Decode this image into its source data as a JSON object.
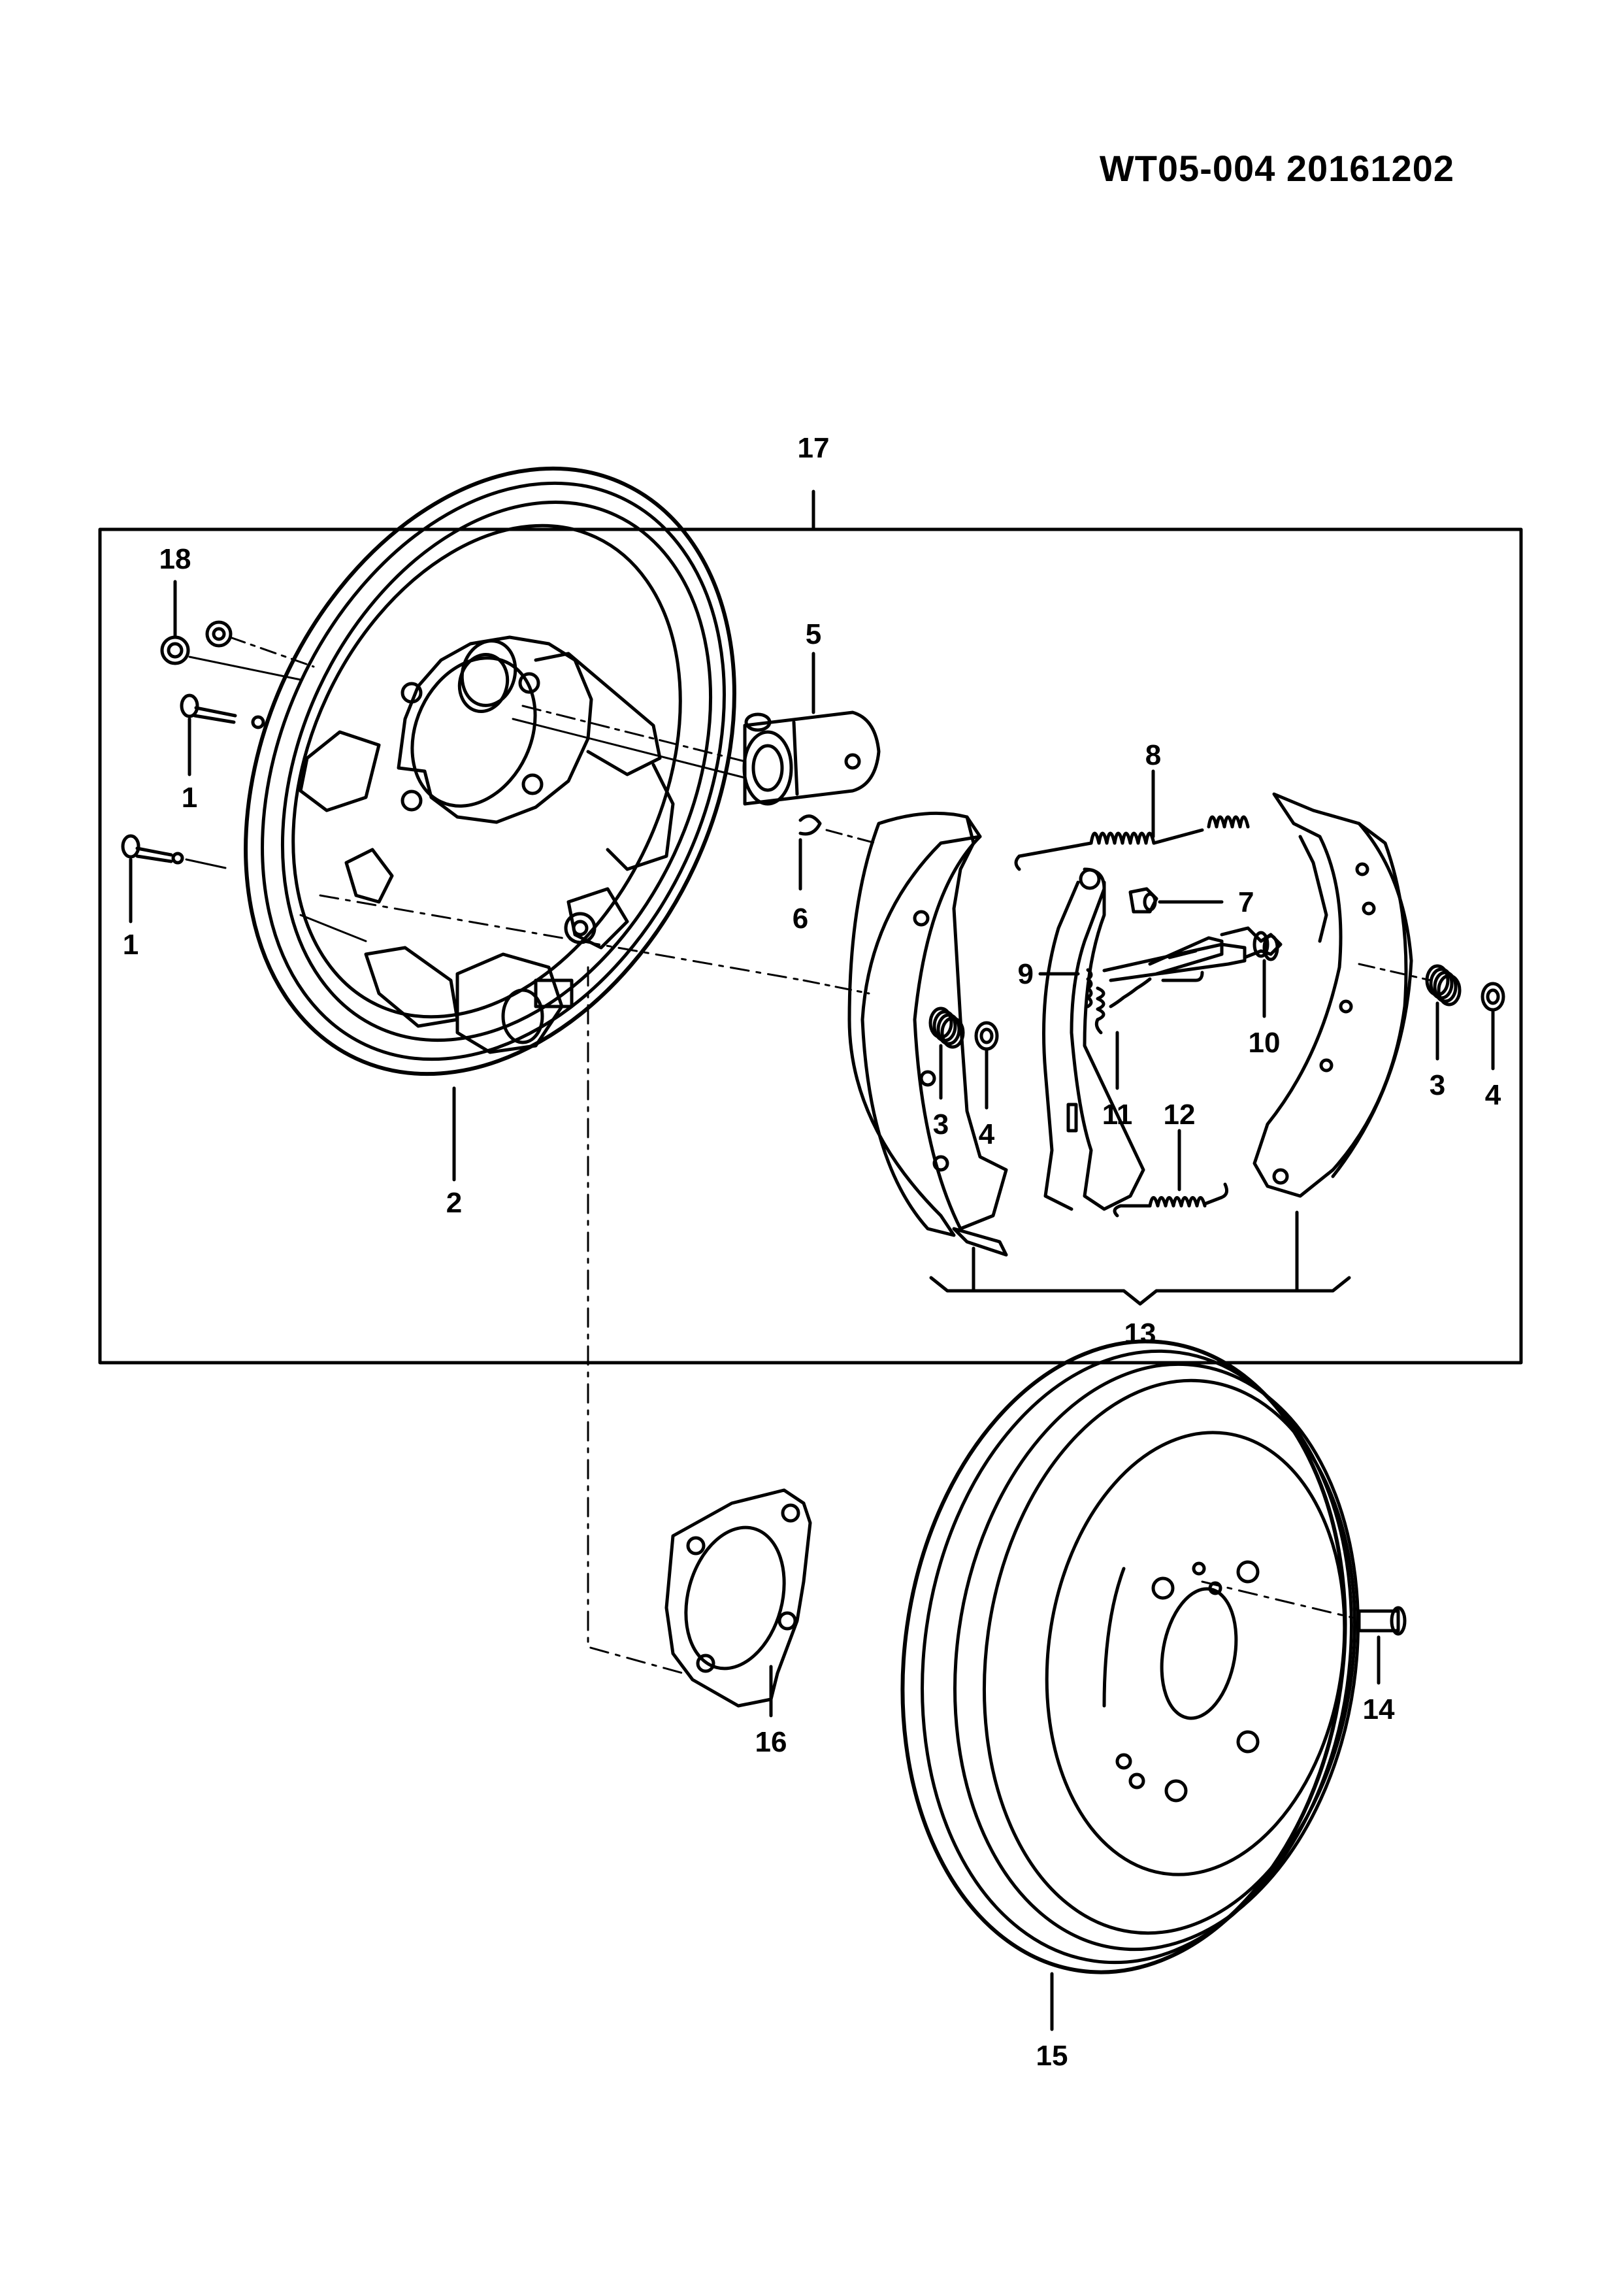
{
  "header": {
    "code": "WT05-004  20161202"
  },
  "callouts": [
    {
      "id": "c17",
      "label": "17"
    },
    {
      "id": "c18",
      "label": "18"
    },
    {
      "id": "c1a",
      "label": "1"
    },
    {
      "id": "c1b",
      "label": "1"
    },
    {
      "id": "c2",
      "label": "2"
    },
    {
      "id": "c5",
      "label": "5"
    },
    {
      "id": "c6",
      "label": "6"
    },
    {
      "id": "c8",
      "label": "8"
    },
    {
      "id": "c7",
      "label": "7"
    },
    {
      "id": "c9",
      "label": "9"
    },
    {
      "id": "c10",
      "label": "10"
    },
    {
      "id": "c3a",
      "label": "3"
    },
    {
      "id": "c4a",
      "label": "4"
    },
    {
      "id": "c11",
      "label": "11"
    },
    {
      "id": "c12",
      "label": "12"
    },
    {
      "id": "c3b",
      "label": "3"
    },
    {
      "id": "c4b",
      "label": "4"
    },
    {
      "id": "c13",
      "label": "13"
    },
    {
      "id": "c16",
      "label": "16"
    },
    {
      "id": "c14",
      "label": "14"
    },
    {
      "id": "c15",
      "label": "15"
    }
  ]
}
